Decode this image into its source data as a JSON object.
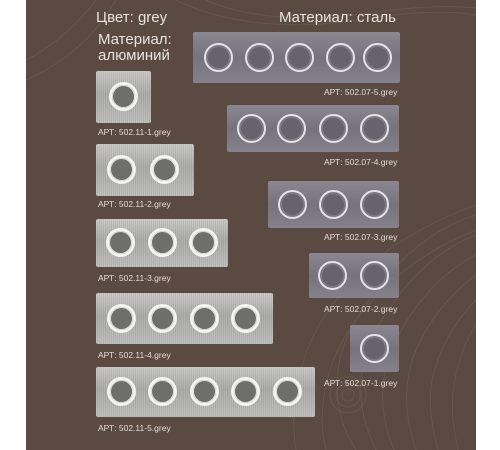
{
  "header": {
    "color_label": "Цвет: grey",
    "material_left_line1": "Материал:",
    "material_left_line2": "алюминий",
    "material_right": "Материал: сталь"
  },
  "aluminium": [
    {
      "art": "АРТ: 502.11-1.grey",
      "posts": 1
    },
    {
      "art": "АРТ: 502.11-2.grey",
      "posts": 2
    },
    {
      "art": "АРТ: 502.11-3.grey",
      "posts": 3
    },
    {
      "art": "АРТ: 502.11-4.grey",
      "posts": 4
    },
    {
      "art": "АРТ: 502.11-5.grey",
      "posts": 5
    }
  ],
  "steel": [
    {
      "art": "АРТ: 502.07-5.grey",
      "posts": 5
    },
    {
      "art": "АРТ: 502.07-4.grey",
      "posts": 4
    },
    {
      "art": "АРТ: 502.07-3.grey",
      "posts": 3
    },
    {
      "art": "АРТ: 502.07-2.grey",
      "posts": 2
    },
    {
      "art": "АРТ: 502.07-1.grey",
      "posts": 1
    }
  ],
  "colors": {
    "background": "#5b4a41",
    "text": "#e9e4df",
    "aluminium_frame": "#b3b3b1",
    "steel_frame": "#7e7a86"
  }
}
